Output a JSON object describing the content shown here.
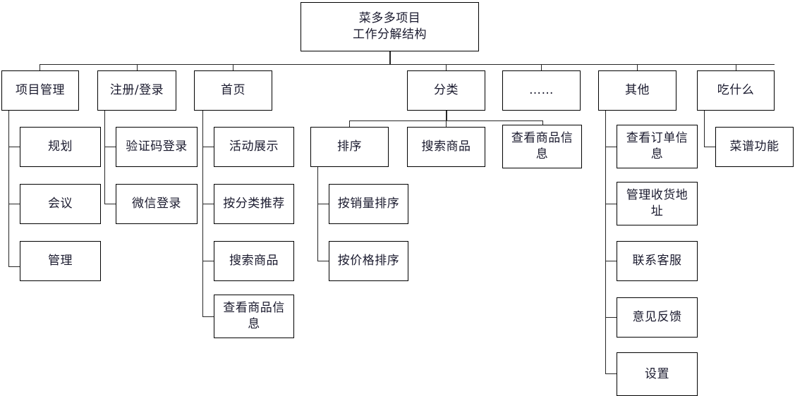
{
  "diagram": {
    "title": "菜多多项目 工作分解结构",
    "type": "work-breakdown-structure",
    "root": {
      "line1": "菜多多项目",
      "line2": "工作分解结构"
    },
    "level1": [
      {
        "id": "pm",
        "label": "项目管理"
      },
      {
        "id": "reg",
        "label": "注册/登录"
      },
      {
        "id": "home",
        "label": "首页"
      },
      {
        "id": "cat",
        "label": "分类"
      },
      {
        "id": "ellipsis",
        "label": "……"
      },
      {
        "id": "other",
        "label": "其他"
      },
      {
        "id": "eat",
        "label": "吃什么"
      }
    ],
    "level2": {
      "pm": [
        "规划",
        "会议",
        "管理"
      ],
      "reg": [
        "验证码登录",
        "微信登录"
      ],
      "home": [
        "活动展示",
        "按分类推荐",
        "搜索商品",
        "查看商品信息"
      ],
      "cat": [
        "排序",
        "搜索商品",
        "查看商品信息"
      ],
      "other": [
        "查看订单信息",
        "管理收货地址",
        "联系客服",
        "意见反馈",
        "设置"
      ],
      "eat": [
        "菜谱功能"
      ]
    },
    "level3": {
      "排序": [
        "按销量排序",
        "按价格排序"
      ]
    },
    "colors": {
      "box_border": "#000000",
      "connector": "#262626",
      "text": "#1a1a2e",
      "background": "#ffffff"
    }
  }
}
